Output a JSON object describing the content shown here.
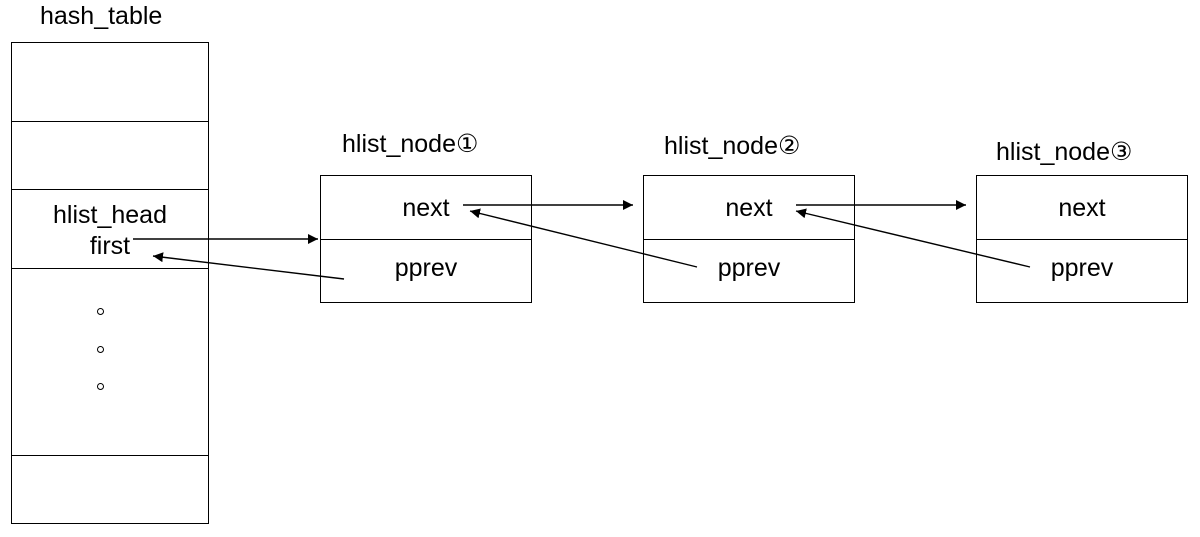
{
  "hash_table": {
    "title": "hash_table",
    "head_label": "hlist_head",
    "first_label": "first"
  },
  "nodes": [
    {
      "title": "hlist_node①",
      "next_label": "next",
      "pprev_label": "pprev"
    },
    {
      "title": "hlist_node②",
      "next_label": "next",
      "pprev_label": "pprev"
    },
    {
      "title": "hlist_node③",
      "next_label": "next",
      "pprev_label": "pprev"
    }
  ]
}
